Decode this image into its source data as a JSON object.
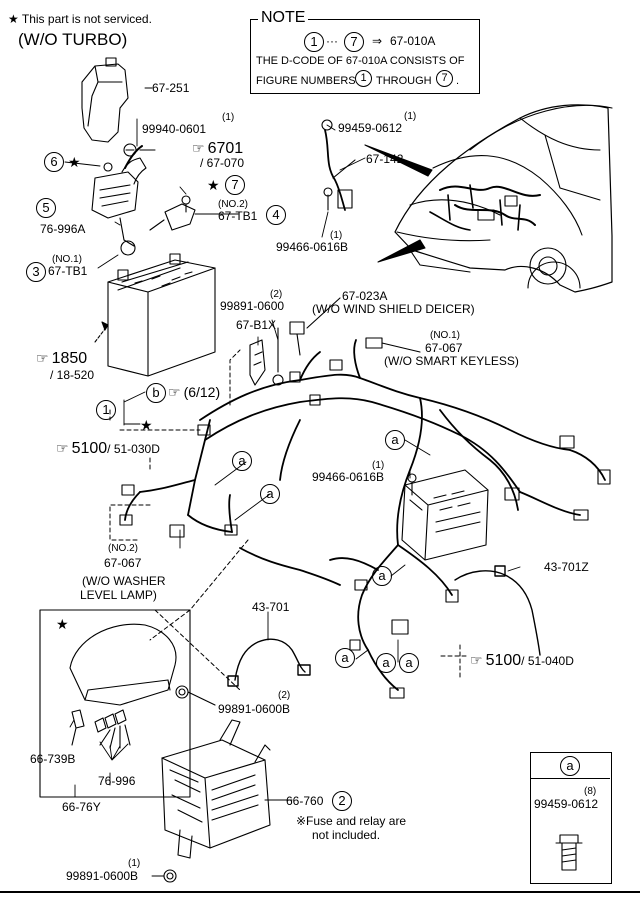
{
  "header": {
    "not_serviced_star": "★",
    "not_serviced_text": "This part is not serviced.",
    "variant": "(W/O TURBO)"
  },
  "note": {
    "title": "NOTE",
    "range_start": "1",
    "range_dots": "···",
    "range_end": "7",
    "arrow": "⇒",
    "range_code": "67-010A",
    "line2": "THE D-CODE OF 67-010A CONSISTS OF",
    "line3_pre": "FIGURE NUMBERS",
    "line3_a": "1",
    "line3_mid": "THROUGH",
    "line3_b": "7",
    "line3_end": "."
  },
  "parts": {
    "p67_251": "67-251",
    "p99940_qty": "(1)",
    "p99940": "99940-0601",
    "ref6701_num": "6701",
    "ref6701_sub": "/ 67-070",
    "c6": "6",
    "c6_star": "★",
    "c5": "5",
    "p76_996A": "76-996A",
    "star7": "★",
    "c7": "7",
    "tb1_no2": "(NO.2)",
    "tb1_right": "67-TB1",
    "c4": "4",
    "tb1_no1": "(NO.1)",
    "c3": "3",
    "tb1_left": "67-TB1",
    "p99459_qty": "(1)",
    "p99459": "99459-0612",
    "p67_142": "67-142",
    "p99466_qty_top": "(1)",
    "p99466_top": "99466-0616B",
    "p99891_qty_top": "(2)",
    "p99891_top": "99891-0600",
    "p67_B1X": "67-B1X",
    "p67_023A": "67-023A",
    "p67_023A_note": "(W/O WIND SHIELD DEICER)",
    "p67_067_no1": "(NO.1)",
    "p67_067_r": "67-067",
    "p67_067_r_note": "(W/O SMART KEYLESS)",
    "ref1850_num": "1850",
    "ref1850_sub": "/ 18-520",
    "c1": "1",
    "cb": "b",
    "ref612": "(6/12)",
    "star_main": "★",
    "ref5100_l_num": "5100",
    "ref5100_l_sub": "/ 51-030D",
    "ca_1": "a",
    "ca_2": "a",
    "ca_3": "a",
    "p99466_qty_mid": "(1)",
    "p99466_mid": "99466-0616B",
    "p67_067_no2": "(NO.2)",
    "p67_067_l": "67-067",
    "p67_067_l_note1": "(W/O WASHER",
    "p67_067_l_note2": "LEVEL LAMP)",
    "ca_4": "a",
    "p43_701Z": "43-701Z",
    "p43_701": "43-701",
    "ca_5": "a",
    "ca_6": "a",
    "ca_7": "a",
    "ref5100_r_num": "5100",
    "ref5100_r_sub": "/ 51-040D",
    "star_box": "★",
    "p66_739B": "66-739B",
    "p76_996": "76-996",
    "p66_76Y": "66-76Y",
    "p99891_qty_mid": "(2)",
    "p99891B_mid": "99891-0600B",
    "p66_760": "66-760",
    "c2": "2",
    "fuse_note1": "※Fuse and relay are",
    "fuse_note2": "not included.",
    "p99891_qty_bot": "(1)",
    "p99891B_bot": "99891-0600B"
  },
  "legend": {
    "key": "a",
    "qty": "(8)",
    "part": "99459-0612"
  }
}
